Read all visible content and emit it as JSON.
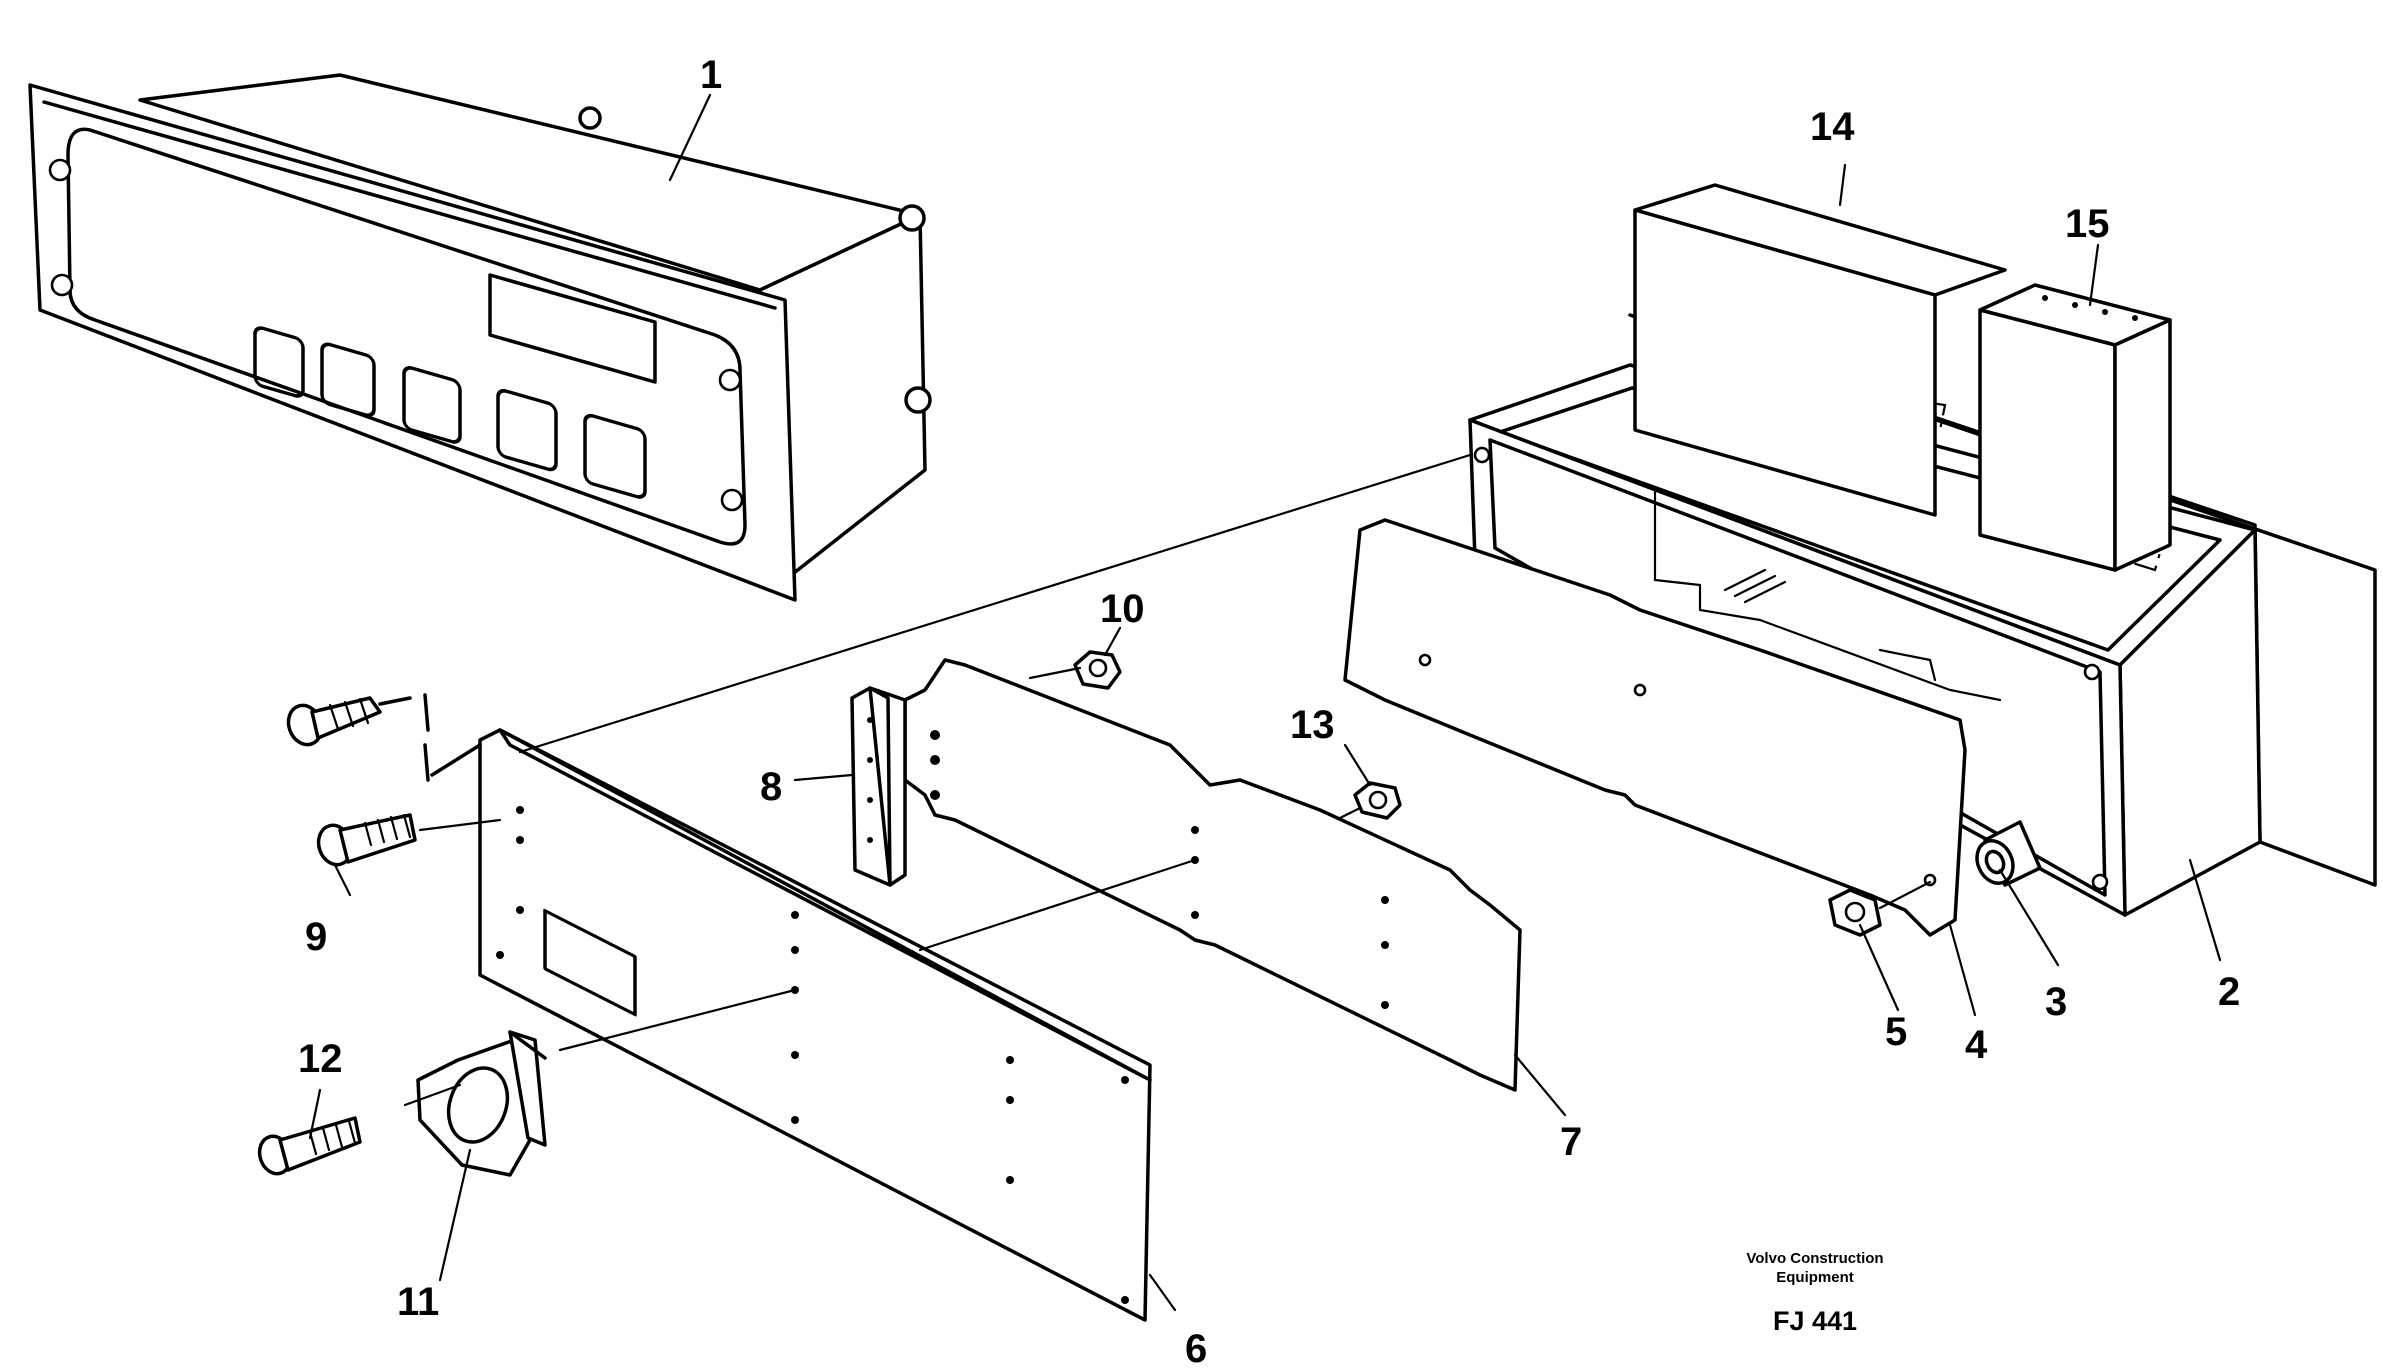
{
  "diagram": {
    "callouts": [
      "1",
      "2",
      "3",
      "4",
      "5",
      "6",
      "7",
      "8",
      "9",
      "10",
      "11",
      "12",
      "13",
      "14",
      "15"
    ],
    "credit_line1": "Volvo Construction",
    "credit_line2": "Equipment",
    "figure_code": "FJ 441"
  }
}
